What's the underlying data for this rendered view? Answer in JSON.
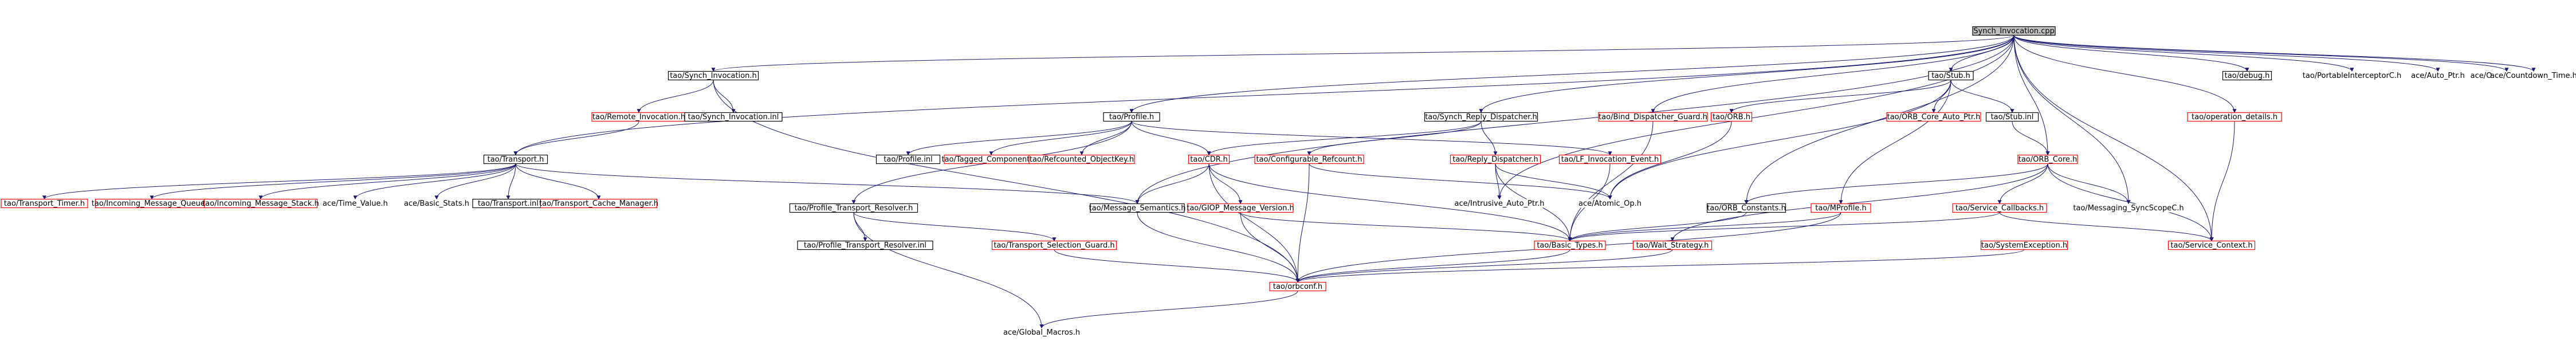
{
  "graph": {
    "colors": {
      "edge": "#191970",
      "border_normal": "#000000",
      "border_missing": "#ff0000",
      "root_fill": "#bfbfbf",
      "node_fill": "#ffffff"
    },
    "root": "root",
    "nodes": {
      "root": {
        "label": "Synch_Invocation.cpp",
        "style": "root"
      },
      "n1": {
        "label": "tao/Synch_Invocation.h",
        "style": "normal"
      },
      "n2": {
        "label": "tao/Remote_Invocation.h",
        "style": "missing"
      },
      "n3": {
        "label": "tao/Synch_Invocation.inl",
        "style": "normal"
      },
      "n4": {
        "label": "tao/Transport.h",
        "style": "normal"
      },
      "n5": {
        "label": "tao/Transport_Timer.h",
        "style": "missing"
      },
      "n6": {
        "label": "tao/Incoming_Message_Queue.h",
        "style": "missing"
      },
      "n7": {
        "label": "tao/Incoming_Message_Stack.h",
        "style": "missing"
      },
      "n8": {
        "label": "ace/Time_Value.h",
        "style": "plain"
      },
      "n9": {
        "label": "ace/Basic_Stats.h",
        "style": "plain"
      },
      "n10": {
        "label": "tao/Transport.inl",
        "style": "normal"
      },
      "n11": {
        "label": "tao/Transport_Cache_Manager.h",
        "style": "missing"
      },
      "n12": {
        "label": "tao/Profile.h",
        "style": "normal"
      },
      "n13": {
        "label": "tao/Profile.inl",
        "style": "normal"
      },
      "n14": {
        "label": "tao/Tagged_Components.h",
        "style": "missing"
      },
      "n15": {
        "label": "tao/Refcounted_ObjectKey.h",
        "style": "missing"
      },
      "n16": {
        "label": "tao/Profile_Transport_Resolver.h",
        "style": "normal"
      },
      "n17": {
        "label": "tao/Profile_Transport_Resolver.inl",
        "style": "normal"
      },
      "n18": {
        "label": "tao/Transport_Selection_Guard.h",
        "style": "missing"
      },
      "n19": {
        "label": "tao/Synch_Reply_Dispatcher.h",
        "style": "normal"
      },
      "n20": {
        "label": "tao/CDR.h",
        "style": "missing"
      },
      "n21": {
        "label": "tao/Configurable_Refcount.h",
        "style": "missing"
      },
      "n22": {
        "label": "tao/Reply_Dispatcher.h",
        "style": "missing"
      },
      "n23": {
        "label": "tao/LF_Invocation_Event.h",
        "style": "missing"
      },
      "n24": {
        "label": "tao/Message_Semantics.h",
        "style": "normal"
      },
      "n25": {
        "label": "tao/GIOP_Message_Version.h",
        "style": "missing"
      },
      "n26": {
        "label": "ace/Intrusive_Auto_Ptr.h",
        "style": "plain"
      },
      "n27": {
        "label": "ace/Atomic_Op.h",
        "style": "plain"
      },
      "n28": {
        "label": "tao/Bind_Dispatcher_Guard.h",
        "style": "missing"
      },
      "n29": {
        "label": "tao/ORB_Constants.h",
        "style": "normal"
      },
      "n30": {
        "label": "tao/Basic_Types.h",
        "style": "missing"
      },
      "n31": {
        "label": "tao/orbconf.h",
        "style": "missing"
      },
      "n32": {
        "label": "ace/Global_Macros.h",
        "style": "plain"
      },
      "n33": {
        "label": "tao/Stub.h",
        "style": "normal"
      },
      "n34": {
        "label": "tao/ORB.h",
        "style": "missing"
      },
      "n35": {
        "label": "tao/ORB_Core_Auto_Ptr.h",
        "style": "missing"
      },
      "n36": {
        "label": "tao/Stub.inl",
        "style": "normal"
      },
      "n37": {
        "label": "tao/ORB_Core.h",
        "style": "missing"
      },
      "n38": {
        "label": "tao/MProfile.h",
        "style": "missing"
      },
      "n39": {
        "label": "tao/Wait_Strategy.h",
        "style": "missing"
      },
      "n40": {
        "label": "tao/Service_Callbacks.h",
        "style": "missing"
      },
      "n41": {
        "label": "tao/Messaging_SyncScopeC.h",
        "style": "plain"
      },
      "n42": {
        "label": "tao/debug.h",
        "style": "normal"
      },
      "n43": {
        "label": "tao/PortableInterceptorC.h",
        "style": "plain"
      },
      "n44": {
        "label": "ace/Auto_Ptr.h",
        "style": "plain"
      },
      "n45": {
        "label": "ace/OS_NS_string.h",
        "style": "plain"
      },
      "n46": {
        "label": "ace/Countdown_Time.h",
        "style": "plain"
      },
      "n47": {
        "label": "tao/operation_details.h",
        "style": "missing"
      },
      "n48": {
        "label": "tao/Service_Context.h",
        "style": "missing"
      },
      "n49": {
        "label": "tao/SystemException.h",
        "style": "missing"
      }
    },
    "edges": [
      [
        "root",
        "n1"
      ],
      [
        "root",
        "n4"
      ],
      [
        "root",
        "n12"
      ],
      [
        "root",
        "n19"
      ],
      [
        "root",
        "n28"
      ],
      [
        "root",
        "n29"
      ],
      [
        "root",
        "n33"
      ],
      [
        "root",
        "n42"
      ],
      [
        "root",
        "n43"
      ],
      [
        "root",
        "n44"
      ],
      [
        "root",
        "n45"
      ],
      [
        "root",
        "n46"
      ],
      [
        "root",
        "n47"
      ],
      [
        "root",
        "n48"
      ],
      [
        "root",
        "n24"
      ],
      [
        "root",
        "n37"
      ],
      [
        "root",
        "n41"
      ],
      [
        "root",
        "n26"
      ],
      [
        "n1",
        "n2"
      ],
      [
        "n1",
        "n3"
      ],
      [
        "n1",
        "n31"
      ],
      [
        "n2",
        "n4"
      ],
      [
        "n4",
        "n5"
      ],
      [
        "n4",
        "n6"
      ],
      [
        "n4",
        "n7"
      ],
      [
        "n4",
        "n8"
      ],
      [
        "n4",
        "n9"
      ],
      [
        "n4",
        "n10"
      ],
      [
        "n4",
        "n11"
      ],
      [
        "n4",
        "n24"
      ],
      [
        "n12",
        "n13"
      ],
      [
        "n12",
        "n14"
      ],
      [
        "n12",
        "n15"
      ],
      [
        "n12",
        "n16"
      ],
      [
        "n12",
        "n20"
      ],
      [
        "n12",
        "n23"
      ],
      [
        "n16",
        "n17"
      ],
      [
        "n16",
        "n18"
      ],
      [
        "n16",
        "n32"
      ],
      [
        "n19",
        "n20"
      ],
      [
        "n19",
        "n21"
      ],
      [
        "n19",
        "n22"
      ],
      [
        "n20",
        "n24"
      ],
      [
        "n20",
        "n25"
      ],
      [
        "n20",
        "n30"
      ],
      [
        "n20",
        "n31"
      ],
      [
        "n21",
        "n27"
      ],
      [
        "n21",
        "n31"
      ],
      [
        "n22",
        "n26"
      ],
      [
        "n22",
        "n27"
      ],
      [
        "n22",
        "n30"
      ],
      [
        "n23",
        "n30"
      ],
      [
        "n24",
        "n31"
      ],
      [
        "n25",
        "n30"
      ],
      [
        "n25",
        "n31"
      ],
      [
        "n28",
        "n30"
      ],
      [
        "n29",
        "n30"
      ],
      [
        "n30",
        "n31"
      ],
      [
        "n31",
        "n32"
      ],
      [
        "n33",
        "n34"
      ],
      [
        "n33",
        "n35"
      ],
      [
        "n33",
        "n36"
      ],
      [
        "n33",
        "n38"
      ],
      [
        "n33",
        "n27"
      ],
      [
        "n34",
        "n27"
      ],
      [
        "n36",
        "n37"
      ],
      [
        "n37",
        "n40"
      ],
      [
        "n37",
        "n41"
      ],
      [
        "n37",
        "n29"
      ],
      [
        "n37",
        "n48"
      ],
      [
        "n37",
        "n39"
      ],
      [
        "n38",
        "n30"
      ],
      [
        "n38",
        "n31"
      ],
      [
        "n39",
        "n31"
      ],
      [
        "n40",
        "n30"
      ],
      [
        "n40",
        "n48"
      ],
      [
        "n47",
        "n48"
      ],
      [
        "n49",
        "n31"
      ],
      [
        "n18",
        "n31"
      ]
    ]
  }
}
